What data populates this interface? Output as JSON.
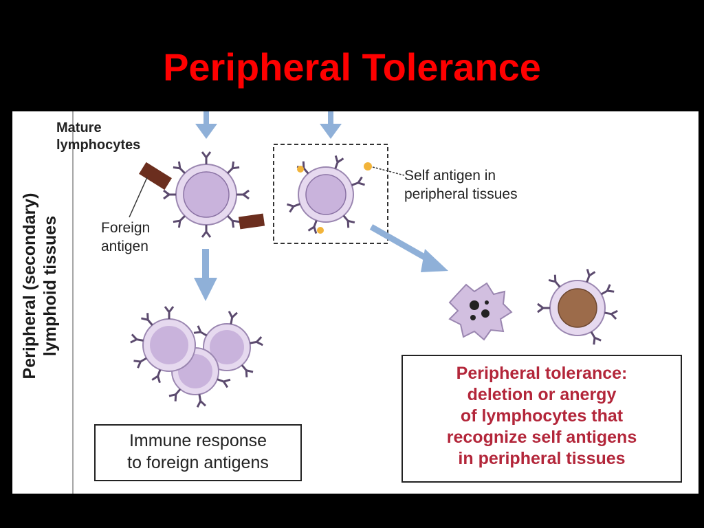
{
  "title": "Peripheral Tolerance",
  "diagram": {
    "side_label_line1": "Peripheral (secondary)",
    "side_label_line2": "lymphoid tissues",
    "mature_line1": "Mature",
    "mature_line2": "lymphocytes",
    "foreign_line1": "Foreign",
    "foreign_line2": "antigen",
    "self_line1": "Self antigen in",
    "self_line2": "peripheral tissues",
    "immune_box_line1": "Immune response",
    "immune_box_line2": "to foreign antigens",
    "tolerance_box_lines": [
      "Peripheral tolerance:",
      "deletion or anergy",
      "of lymphocytes that",
      "recognize self antigens",
      "in peripheral tissues"
    ]
  },
  "colors": {
    "title": "#ff0000",
    "tolerance_text": "#b3263a",
    "arrow": "#8fb0d8",
    "cell_fill": "#c9b3dc",
    "cell_ring": "#e6d9ef",
    "receptor": "#5b4a6e",
    "foreign_antigen": "#6b2e1e",
    "self_antigen": "#f2b43a",
    "anergic_core": "#9c6b4a"
  }
}
